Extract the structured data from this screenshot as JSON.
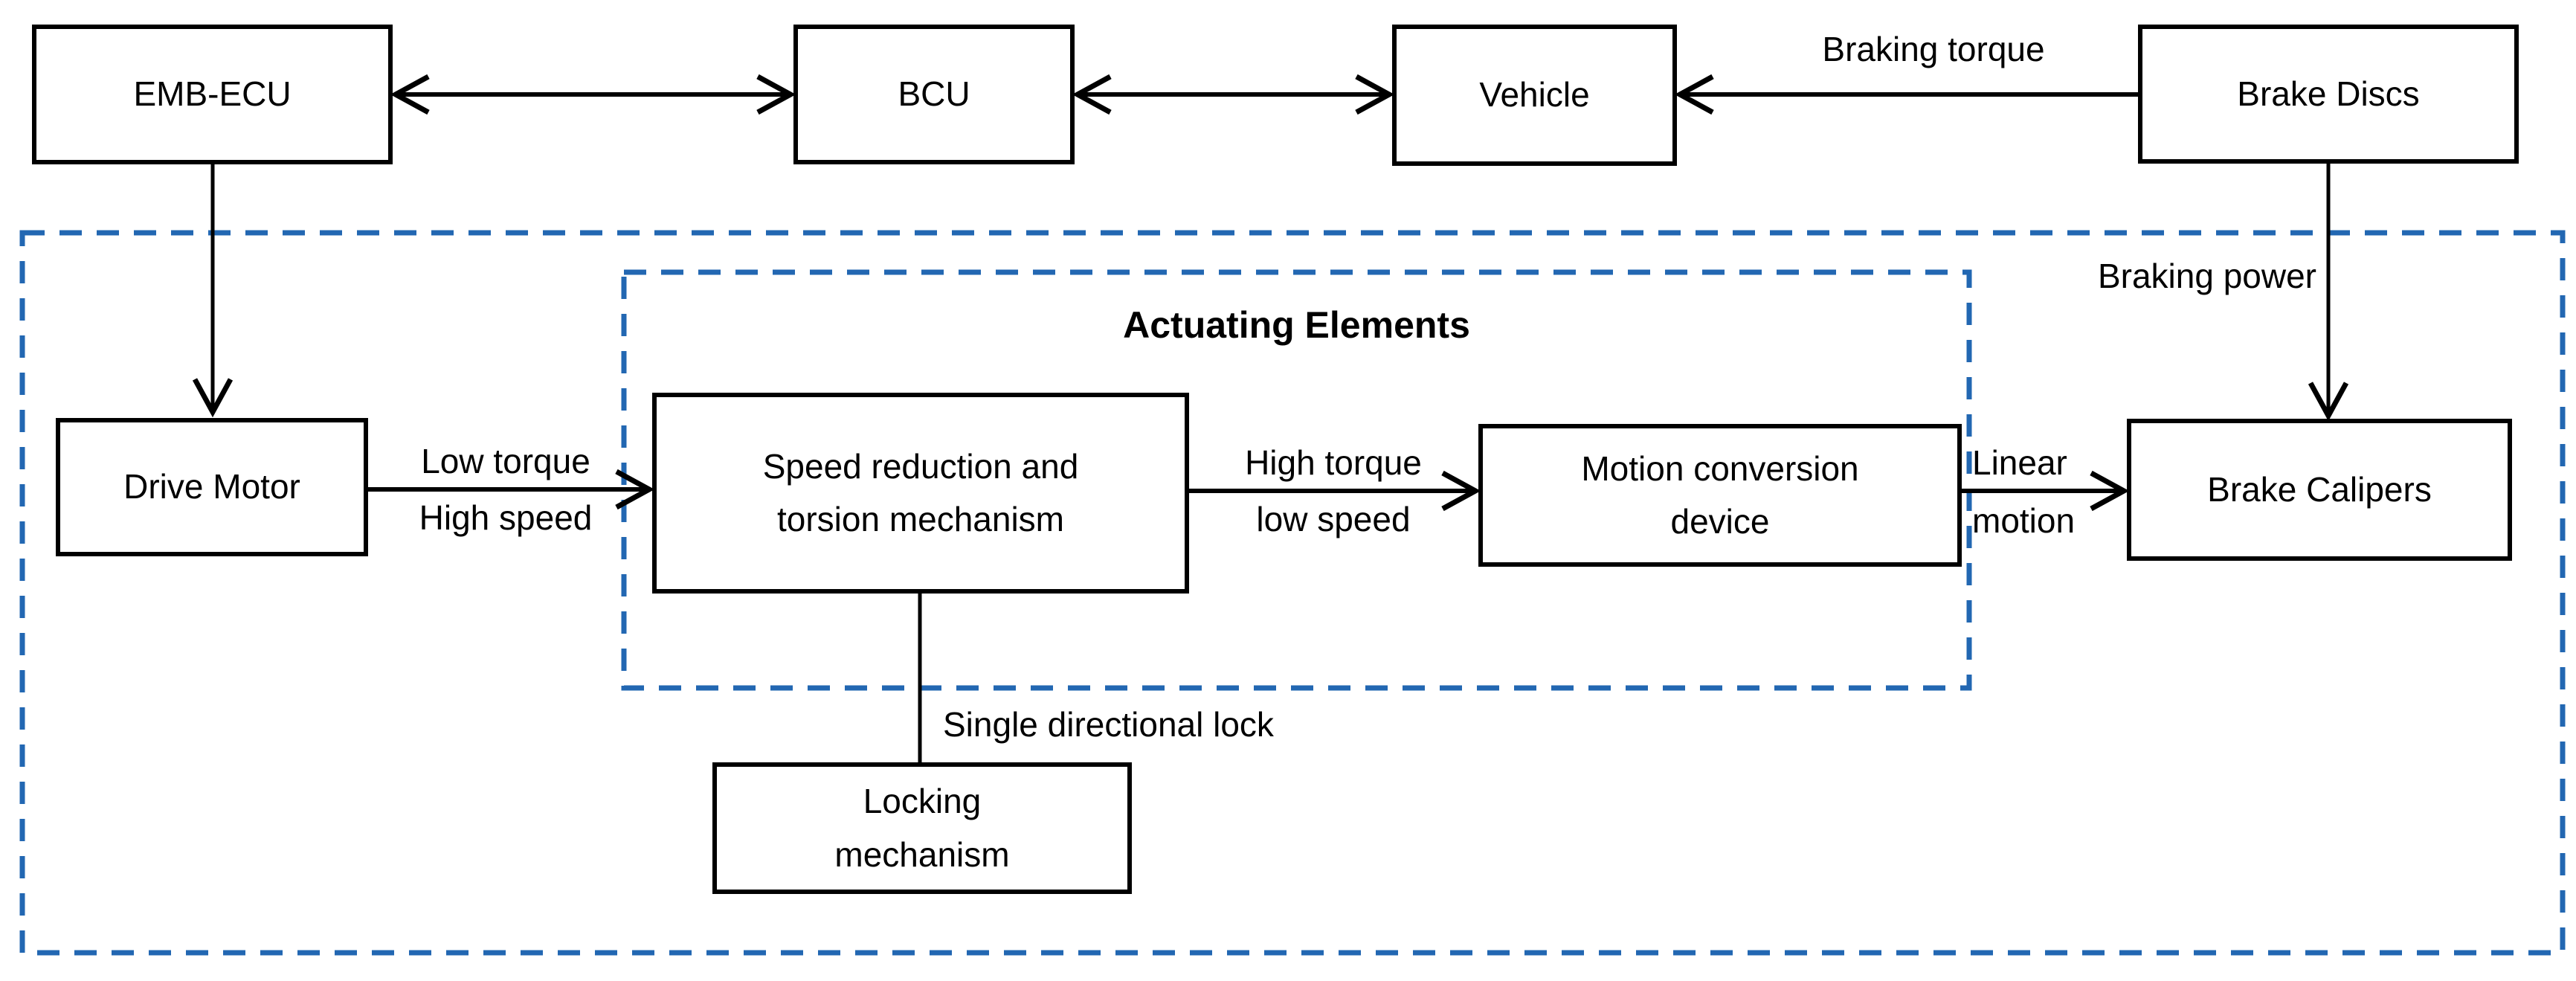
{
  "nodes": {
    "emb_ecu": {
      "label": "EMB-ECU"
    },
    "bcu": {
      "label": "BCU"
    },
    "vehicle": {
      "label": "Vehicle"
    },
    "brake_discs": {
      "label": "Brake Discs"
    },
    "drive_motor": {
      "label": "Drive Motor"
    },
    "speed_reduction": {
      "lines": [
        "Speed reduction and",
        "torsion mechanism"
      ]
    },
    "motion_conversion": {
      "lines": [
        "Motion conversion",
        "device"
      ]
    },
    "brake_calipers": {
      "label": "Brake Calipers"
    },
    "locking_mechanism": {
      "lines": [
        "Locking",
        "mechanism"
      ]
    }
  },
  "groups": {
    "actuating_elements_title": "Actuating Elements"
  },
  "edge_labels": {
    "braking_torque": "Braking torque",
    "braking_power": "Braking power",
    "low_torque": "Low torque",
    "high_speed": "High speed",
    "high_torque": "High torque",
    "low_speed": "low speed",
    "linear_motion_line1": "Linear",
    "linear_motion_line2": "motion",
    "single_directional_lock": "Single directional lock"
  },
  "colors": {
    "dashed_border": "#2267B2",
    "solid": "#000000",
    "background": "#ffffff",
    "text": "#000000"
  }
}
